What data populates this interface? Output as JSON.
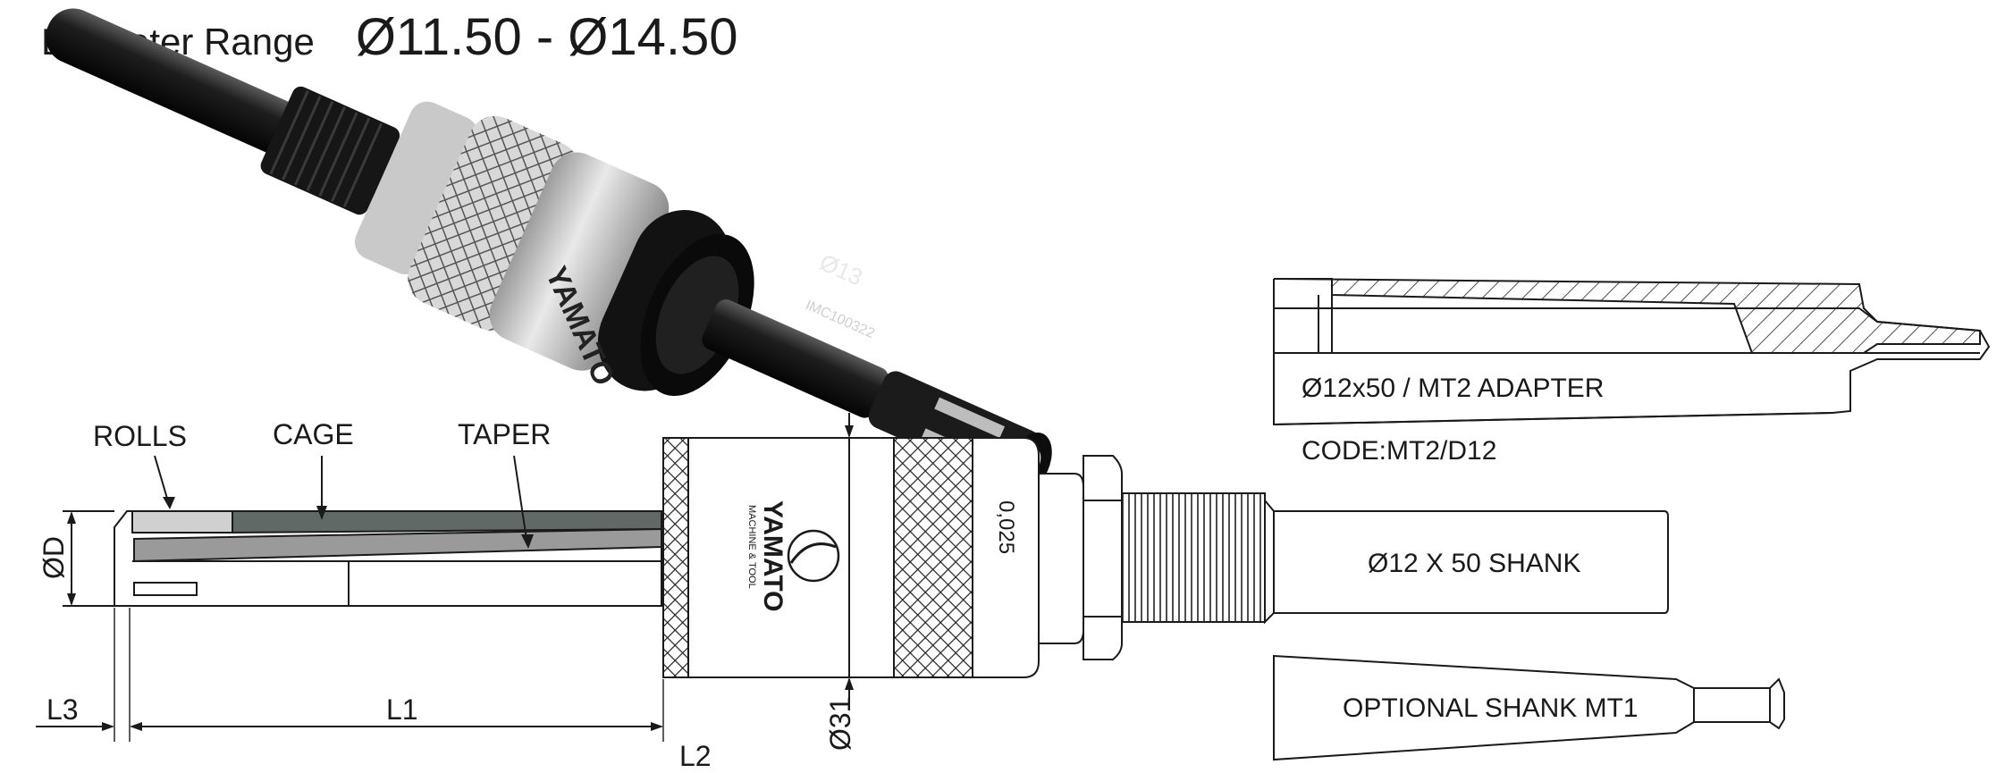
{
  "header": {
    "label": "Diameter Range",
    "range": "Ø11.50 - Ø14.50"
  },
  "product": {
    "brand": "YAMATO",
    "brand_sub": "MACHINE & TOOL",
    "engraving_size": "Ø13",
    "engraving_code": "IMC100322",
    "scale_label": "0,025"
  },
  "callouts": {
    "rolls": "ROLLS",
    "cage": "CAGE",
    "taper": "TAPER"
  },
  "dimensions": {
    "od": "ØD",
    "l1": "L1",
    "l2": "L2",
    "l3": "L3",
    "o31": "Ø31"
  },
  "shanks": {
    "adapter_label": "Ø12x50 / MT2 ADAPTER",
    "adapter_code": "CODE:MT2/D12",
    "straight_label": "Ø12 X 50 SHANK",
    "optional_label": "OPTIONAL SHANK MT1"
  },
  "colors": {
    "outline": "#1a1a1a",
    "dark_steel": "#1c1c1c",
    "silver": "#cfcfcf",
    "cage_gray": "#5f6a66",
    "taper_gray": "#9a9a9a"
  }
}
